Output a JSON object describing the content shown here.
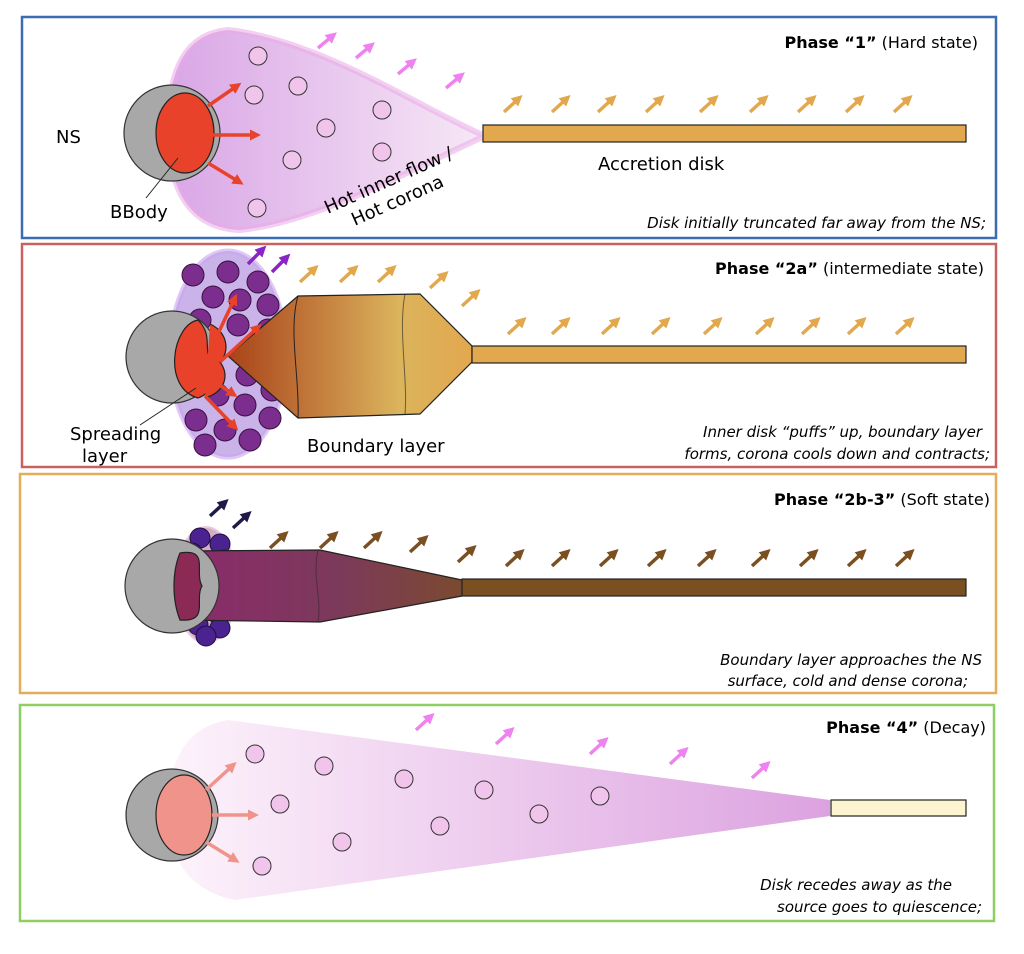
{
  "colors": {
    "panel1_border": "#3b6db3",
    "panel2a_border": "#c9625e",
    "panel2b_border": "#e3ad5a",
    "panel4_border": "#8fce62",
    "ns_gray": "#a8a8a8",
    "bbody_red": "#e8432a",
    "bbody_pink": "#f0948b",
    "disk_orange": "#e2a84e",
    "disk_brown": "#7a4f22",
    "disk_cream": "#fdf5cf",
    "corona_pink": "#eaa9e6",
    "blob_purple": "#7c2e8e",
    "blob_indigo": "#4a2390",
    "arrow_pink": "#ee82ee",
    "arrow_orange": "#e2a84e",
    "arrow_brown": "#7a4f22",
    "arrow_violet": "#8a24c9",
    "arrow_navy": "#1f1a4a"
  },
  "icons": [
    "neutron-star-icon",
    "photon-arrow-icon",
    "corona-blob-icon"
  ],
  "phase1": {
    "title_bold": "Phase “1”",
    "title_rest": " (Hard state)",
    "ns_label": "NS",
    "bbody_label": "BBody",
    "corona_label_1": "Hot inner flow /",
    "corona_label_2": "Hot corona",
    "disk_label": "Accretion disk",
    "caption": "Disk initially truncated far away from the NS;"
  },
  "phase2a": {
    "title_bold": "Phase “2a”",
    "title_rest": " (intermediate state)",
    "spreading_label_1": "Spreading",
    "spreading_label_2": "layer",
    "boundary_label": "Boundary layer",
    "caption_1": "Inner disk “puffs” up, boundary layer",
    "caption_2": "forms, corona cools down and contracts;"
  },
  "phase2b": {
    "title_bold": "Phase “2b-3”",
    "title_rest": " (Soft state)",
    "caption_1": "Boundary layer approaches the NS",
    "caption_2": "surface, cold and dense corona;"
  },
  "phase4": {
    "title_bold": "Phase “4”",
    "title_rest": " (Decay)",
    "caption_1": "Disk recedes away as the",
    "caption_2": "source goes to quiescence;"
  }
}
